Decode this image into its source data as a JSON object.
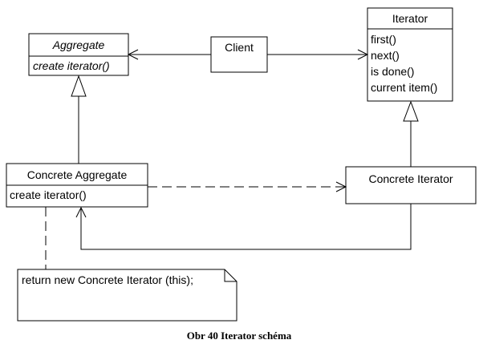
{
  "aggregate": {
    "name": "Aggregate",
    "operations": [
      "create iterator()"
    ]
  },
  "client": {
    "name": "Client"
  },
  "iterator": {
    "name": "Iterator",
    "operations": [
      "first()",
      "next()",
      "is done()",
      "current item()"
    ]
  },
  "concrete_aggregate": {
    "name": "Concrete Aggregate",
    "operations": [
      "create iterator()"
    ]
  },
  "concrete_iterator": {
    "name": "Concrete Iterator"
  },
  "note": {
    "text": "return new Concrete Iterator (this);"
  },
  "caption": "Obr 40 Iterator schéma"
}
